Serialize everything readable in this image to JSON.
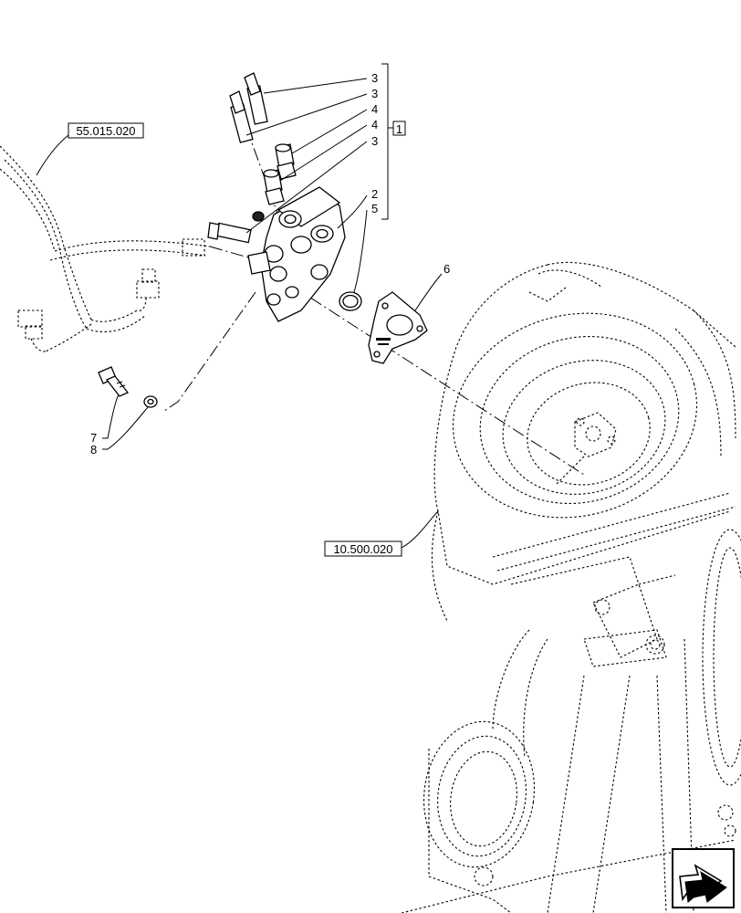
{
  "references": {
    "harness": "55.015.020",
    "axle": "10.500.020"
  },
  "callouts": {
    "item1": "1",
    "item2": "2",
    "item3a": "3",
    "item3b": "3",
    "item3c": "3",
    "item4a": "4",
    "item4b": "4",
    "item5": "5",
    "item6": "6",
    "item7": "7",
    "item8": "8"
  },
  "icons": {
    "corner": "next-page-arrow-icon"
  }
}
